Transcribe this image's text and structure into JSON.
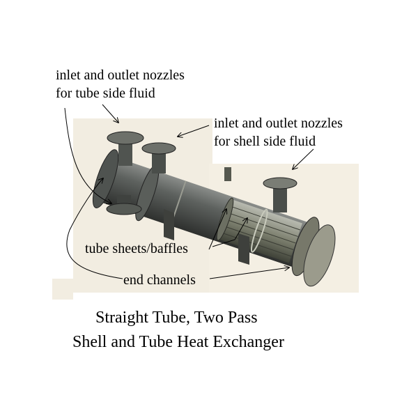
{
  "labels": {
    "tube_nozzles": [
      "inlet and outlet nozzles",
      "for tube side fluid"
    ],
    "shell_nozzles": [
      "inlet and outlet nozzles",
      "for shell side fluid"
    ],
    "tube_sheets": "tube sheets/baffles",
    "end_channels": "end channels"
  },
  "caption": [
    "Straight Tube, Two Pass",
    "Shell and Tube Heat Exchanger"
  ]
}
